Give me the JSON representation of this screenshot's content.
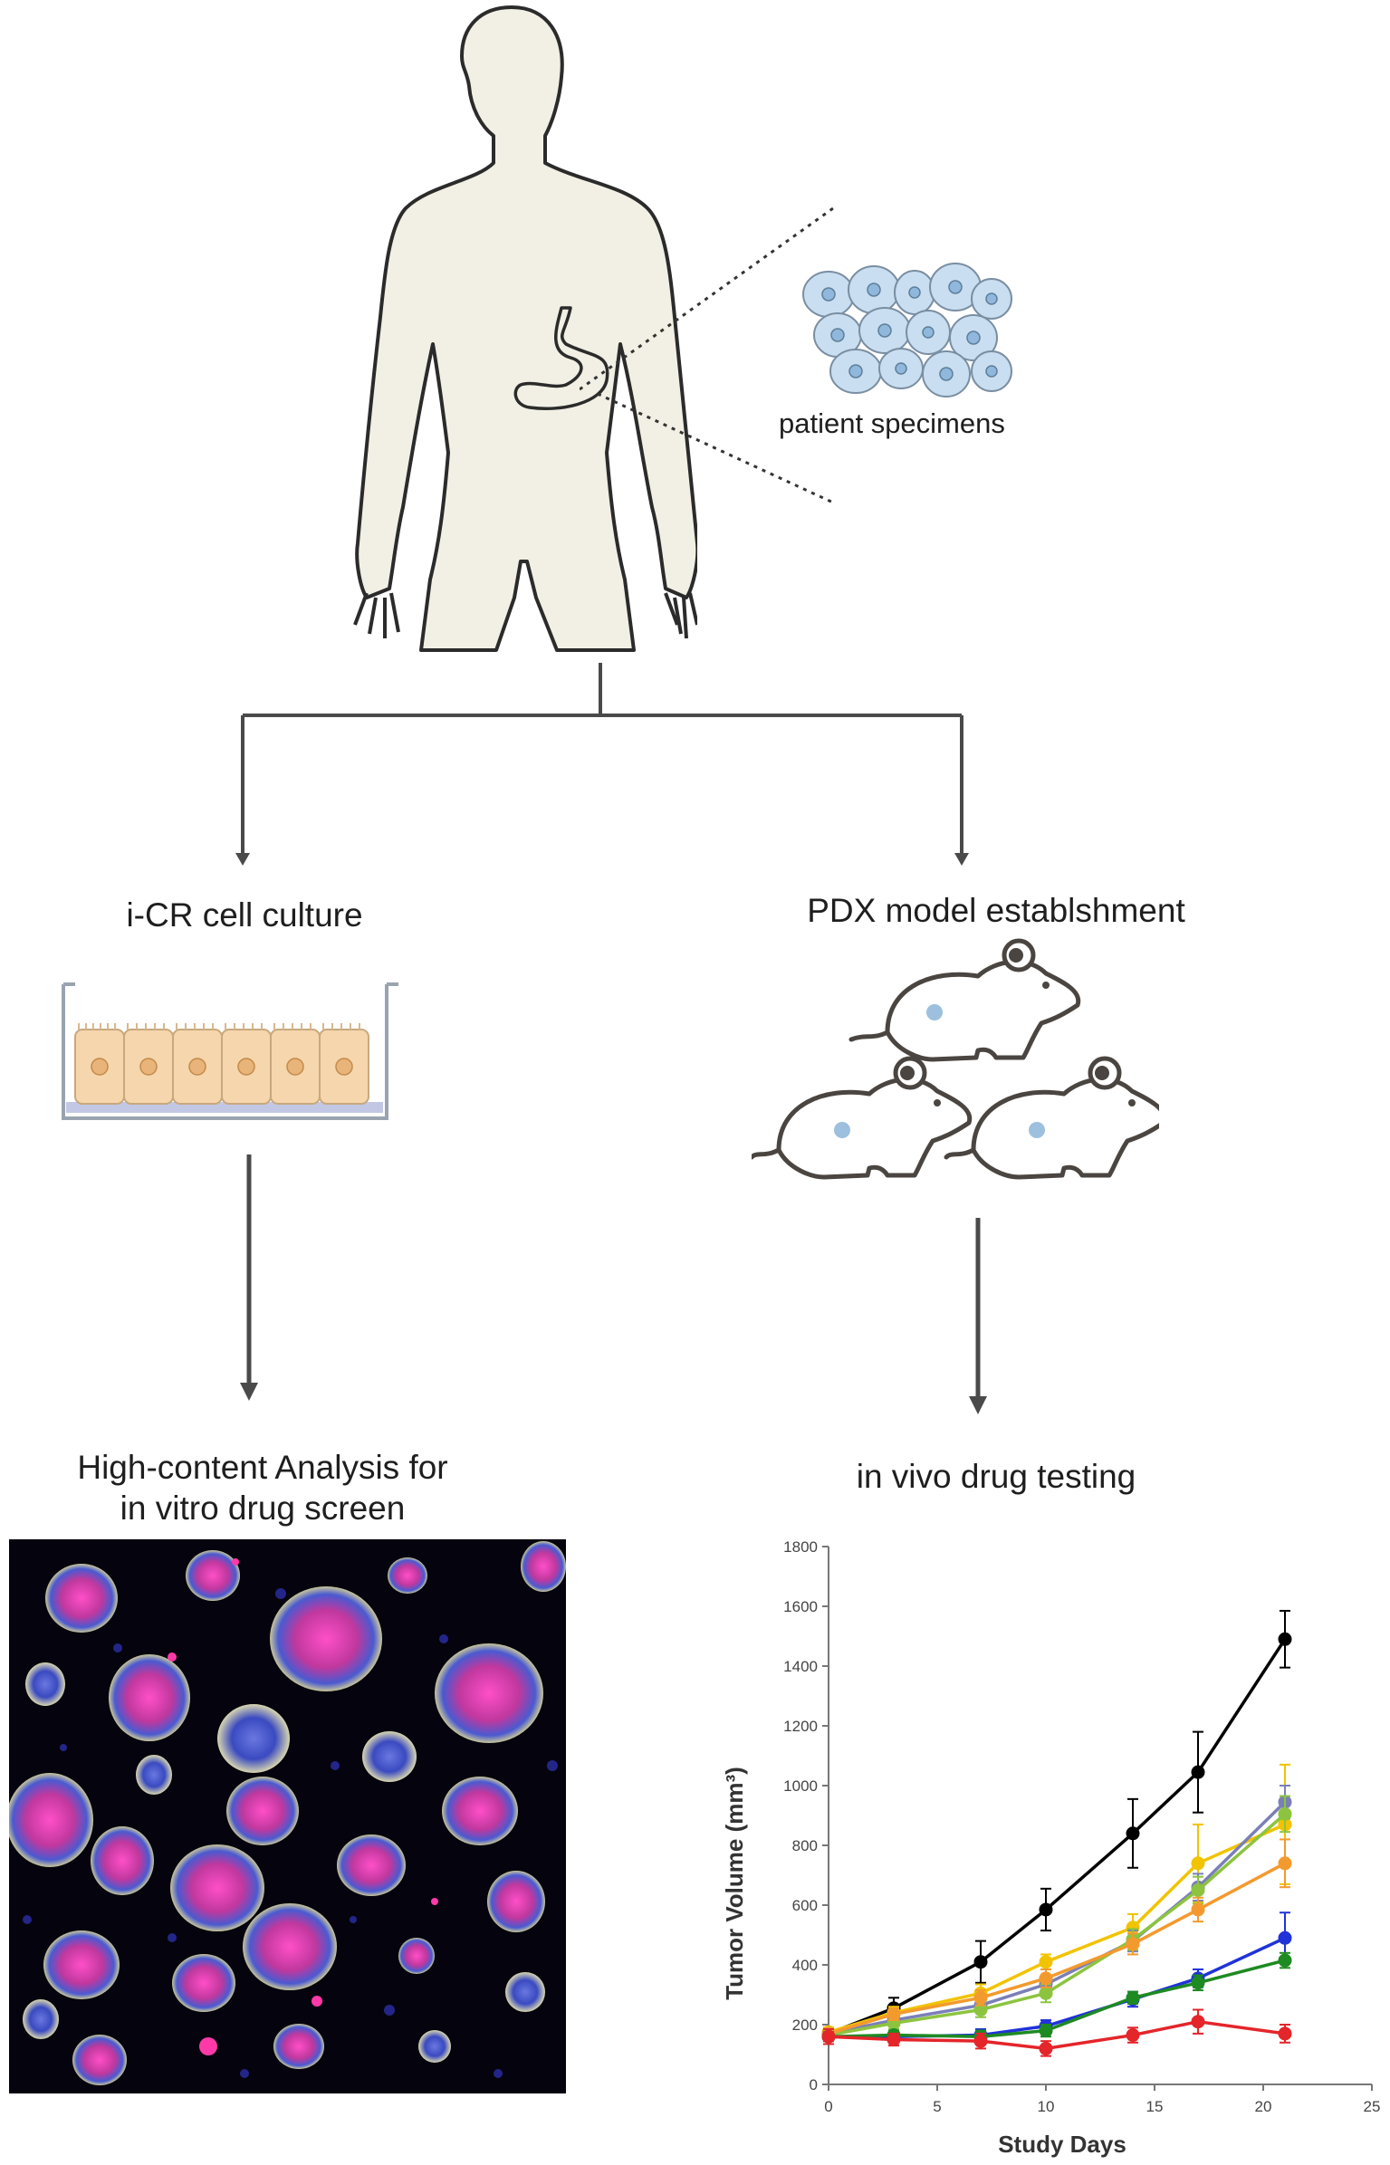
{
  "labels": {
    "specimens": "patient specimens",
    "culture": "i-CR cell culture",
    "pdx": "PDX model establshment",
    "hca_line1": "High-content Analysis for",
    "hca_line2": "in vitro drug screen",
    "invivo": "in vivo drug testing"
  },
  "colors": {
    "body_fill": "#f2f0e4",
    "outline": "#2b2b2b",
    "arrow": "#4a4a4a",
    "cell_fill": "#c9def0",
    "culture_cell": "#f5d6ad",
    "mouse_spot": "#9cc0dd"
  },
  "chart_data": {
    "type": "line",
    "xlabel": "Study Days",
    "ylabel": "Tumor Volume (mm³)",
    "xlim": [
      0,
      25
    ],
    "ylim": [
      0,
      1800
    ],
    "xticks": [
      0,
      5,
      10,
      15,
      20,
      25
    ],
    "yticks": [
      0,
      200,
      400,
      600,
      800,
      1000,
      1200,
      1400,
      1600,
      1800
    ],
    "grid": false,
    "x": [
      0,
      3,
      7,
      10,
      14,
      17,
      21
    ],
    "series": [
      {
        "color": "#000000",
        "values": [
          170,
          255,
          410,
          585,
          840,
          1045,
          1490
        ],
        "errors": [
          20,
          35,
          70,
          70,
          115,
          135,
          95
        ]
      },
      {
        "color": "#f2c300",
        "values": [
          175,
          240,
          305,
          410,
          525,
          740,
          870
        ],
        "errors": [
          15,
          20,
          30,
          25,
          45,
          130,
          200
        ]
      },
      {
        "color": "#7b7fb8",
        "values": [
          170,
          215,
          265,
          335,
          480,
          660,
          945
        ],
        "errors": [
          15,
          20,
          20,
          25,
          35,
          45,
          55
        ]
      },
      {
        "color": "#8cc43f",
        "values": [
          165,
          205,
          250,
          305,
          485,
          650,
          905
        ],
        "errors": [
          15,
          20,
          25,
          30,
          35,
          45,
          60
        ]
      },
      {
        "color": "#f39a2e",
        "values": [
          170,
          235,
          290,
          355,
          470,
          585,
          740
        ],
        "errors": [
          15,
          20,
          25,
          30,
          35,
          40,
          80
        ]
      },
      {
        "color": "#1f33d9",
        "values": [
          160,
          160,
          165,
          195,
          285,
          355,
          490
        ],
        "errors": [
          15,
          15,
          20,
          20,
          25,
          30,
          85
        ]
      },
      {
        "color": "#1e8a22",
        "values": [
          160,
          165,
          160,
          180,
          290,
          340,
          415
        ],
        "errors": [
          15,
          15,
          20,
          20,
          20,
          25,
          25
        ]
      },
      {
        "color": "#e4252a",
        "values": [
          160,
          150,
          145,
          120,
          165,
          210,
          170
        ],
        "errors": [
          25,
          20,
          25,
          25,
          25,
          40,
          30
        ]
      }
    ]
  }
}
